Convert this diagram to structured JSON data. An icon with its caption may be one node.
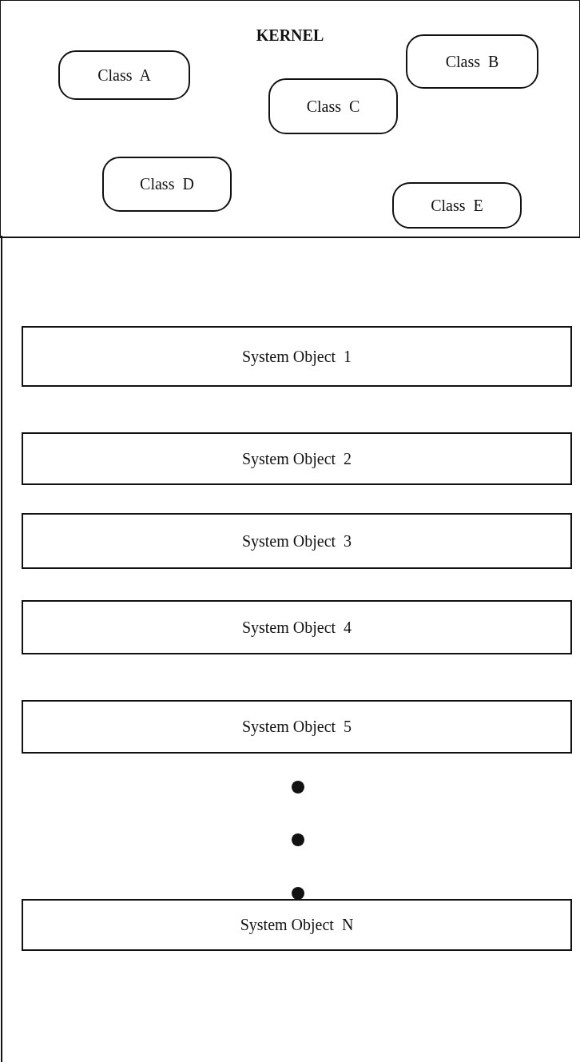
{
  "diagram": {
    "nodes": [
      {
        "text": [
          "KERNEL"
        ]
      },
      {
        "text": [
          "Class  A"
        ],
        "in": 0
      },
      {
        "text": [
          "Class  B"
        ],
        "in": 0
      },
      {
        "text": [
          "Class  C"
        ],
        "in": 0
      },
      {
        "text": [
          "Class  D"
        ],
        "in": 0
      },
      {
        "text": [
          "Class  E"
        ],
        "in": 0
      },
      {
        "text": [
          "System Object  1"
        ]
      },
      {
        "text": [
          "System Object  2"
        ]
      },
      {
        "text": [
          "System Object  3"
        ]
      },
      {
        "text": [
          "System Object  4"
        ]
      },
      {
        "text": [
          "System Object  5"
        ]
      },
      {
        "text": [
          "System Object  N"
        ]
      }
    ]
  }
}
